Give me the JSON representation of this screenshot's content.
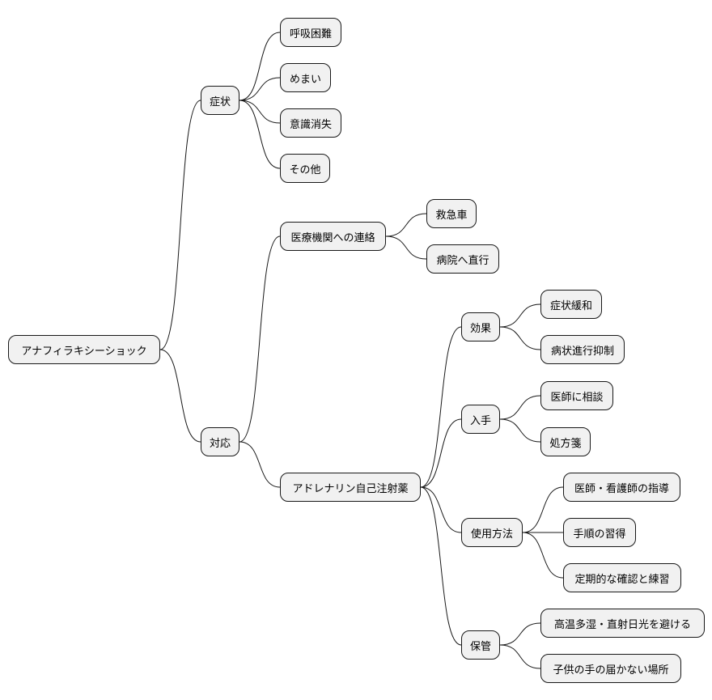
{
  "colors": {
    "node_fill": "#f1f1f1",
    "node_border": "#181818",
    "edge": "#181818",
    "background": "#ffffff"
  },
  "mindmap": {
    "root": {
      "label": "アナフィラキシーショック"
    },
    "symptoms": {
      "label": "症状",
      "children": [
        "呼吸困難",
        "めまい",
        "意識消失",
        "その他"
      ]
    },
    "response": {
      "label": "対応",
      "contact": {
        "label": "医療機関への連絡",
        "children": [
          "救急車",
          "病院へ直行"
        ]
      },
      "epinephrine": {
        "label": "アドレナリン自己注射薬",
        "effect": {
          "label": "効果",
          "children": [
            "症状緩和",
            "病状進行抑制"
          ]
        },
        "obtain": {
          "label": "入手",
          "children": [
            "医師に相談",
            "処方箋"
          ]
        },
        "usage": {
          "label": "使用方法",
          "children": [
            "医師・看護師の指導",
            "手順の習得",
            "定期的な確認と練習"
          ]
        },
        "storage": {
          "label": "保管",
          "children": [
            "高温多湿・直射日光を避ける",
            "子供の手の届かない場所"
          ]
        }
      }
    }
  }
}
